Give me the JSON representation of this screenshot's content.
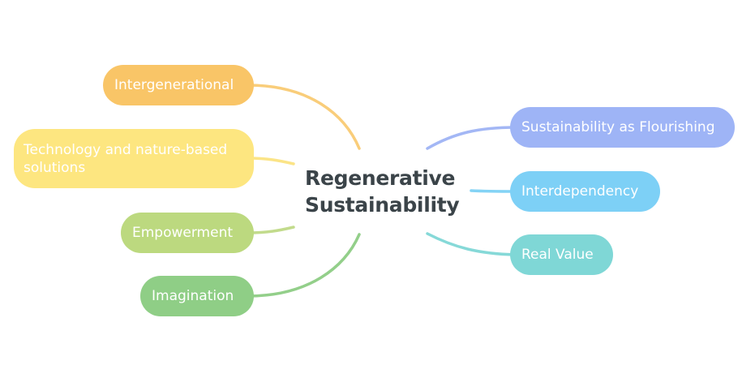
{
  "central": {
    "lines": [
      "Regenerative",
      "Sustainability"
    ],
    "color": "#3b4449"
  },
  "left_branches": [
    {
      "label": "Intergenerational",
      "color": "#f9c567",
      "line_color": "#f9cd7a"
    },
    {
      "label": "Technology and nature-based solutions",
      "color": "#fde680",
      "line_color": "#fbe487"
    },
    {
      "label": "Empowerment",
      "color": "#bcd97f",
      "line_color": "#c2db8c"
    },
    {
      "label": "Imagination",
      "color": "#8fce86",
      "line_color": "#93cf8a"
    }
  ],
  "right_branches": [
    {
      "label": "Sustainability as Flourishing",
      "color": "#9eb4f6",
      "line_color": "#a3b7f5"
    },
    {
      "label": "Interdependency",
      "color": "#7dd0f6",
      "line_color": "#84d3f5"
    },
    {
      "label": "Real Value",
      "color": "#7fd7d6",
      "line_color": "#86d9d8"
    }
  ]
}
